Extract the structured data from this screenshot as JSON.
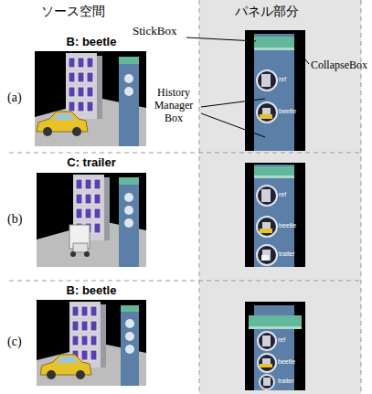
{
  "diagram": {
    "labels": [
      "ソース空間",
      "パネル部分",
      "B: beetle",
      "StickBox",
      "CollapseBox",
      "History Manager Box",
      "(a)",
      "ref",
      "beetle",
      "C: trailer",
      "(b)",
      "ref",
      "beetle",
      "trailer",
      "B: beetle",
      "(c)",
      "ref",
      "beetle",
      "trailer"
    ]
  }
}
